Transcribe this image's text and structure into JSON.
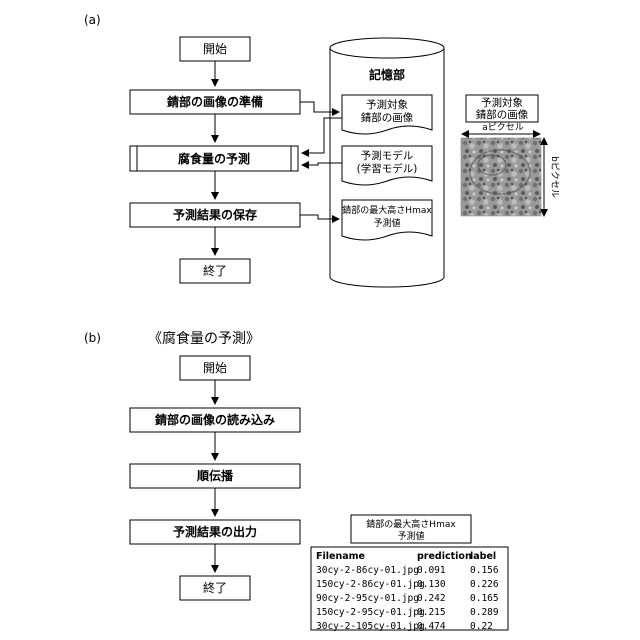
{
  "part_a": {
    "label": "(a)",
    "start": "開始",
    "step1": "錆部の画像の準備",
    "step2": "腐食量の予測",
    "step3": "予測結果の保存",
    "end": "終了",
    "storage_title": "記憶部",
    "doc1": [
      "予測対象",
      "錆部の画像"
    ],
    "doc2": [
      "予測モデル",
      "(学習モデル)"
    ],
    "doc3": [
      "錆部の最大高さHmax",
      "予測値"
    ],
    "image_caption": [
      "予測対象",
      "錆部の画像"
    ],
    "image_width_label": "aピクセル",
    "image_height_label": "bピクセル"
  },
  "part_b": {
    "label": "(b)",
    "title": "《腐食量の予測》",
    "start": "開始",
    "step1": "錆部の画像の読み込み",
    "step2": "順伝播",
    "step3": "予測結果の出力",
    "end": "終了",
    "result_caption": [
      "錆部の最大高さHmax",
      "予測値"
    ],
    "table": {
      "headers": [
        "Filename",
        "prediction",
        "label"
      ],
      "rows": [
        [
          "30cy-2-86cy-01.jpg",
          "0.091",
          "0.156"
        ],
        [
          "150cy-2-86cy-01.jpg",
          "0.130",
          "0.226"
        ],
        [
          "90cy-2-95cy-01.jpg",
          "0.242",
          "0.165"
        ],
        [
          "150cy-2-95cy-01.jpg",
          "0.215",
          "0.289"
        ],
        [
          "30cy-2-105cy-01.jpg",
          "0.474",
          "0.22"
        ]
      ]
    }
  }
}
